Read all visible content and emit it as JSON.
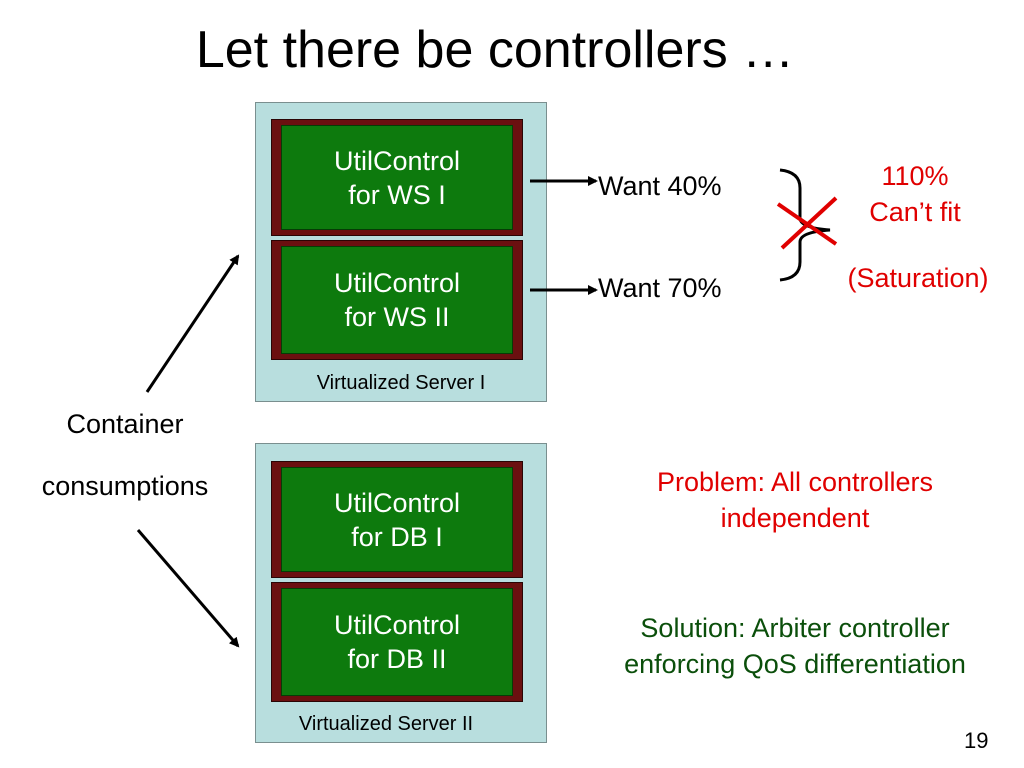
{
  "title": "Let there be controllers …",
  "servers": [
    {
      "label": "Virtualized Server I",
      "controllers": [
        {
          "line1": "UtilControl",
          "line2": "for WS I"
        },
        {
          "line1": "UtilControl",
          "line2": "for WS II"
        }
      ]
    },
    {
      "label": "Virtualized Server II",
      "controllers": [
        {
          "line1": "UtilControl",
          "line2": "for DB I"
        },
        {
          "line1": "UtilControl",
          "line2": "for DB II"
        }
      ]
    }
  ],
  "wants": [
    "Want 40%",
    "Want 70%"
  ],
  "overload": {
    "line1": "110%",
    "line2": "Can’t fit",
    "note": "(Saturation)"
  },
  "container": {
    "line1": "Container",
    "line2": "consumptions"
  },
  "problem": {
    "line1": "Problem: All controllers",
    "line2": "independent"
  },
  "solution": {
    "line1": "Solution: Arbiter controller",
    "line2": "enforcing QoS differentiation"
  },
  "page_number": "19",
  "colors": {
    "server_bg": "#b8dede",
    "controller_outer": "#6b1010",
    "controller_inner": "#0d7a0d",
    "red_text": "#e00000",
    "green_text": "#0b4f0b"
  }
}
